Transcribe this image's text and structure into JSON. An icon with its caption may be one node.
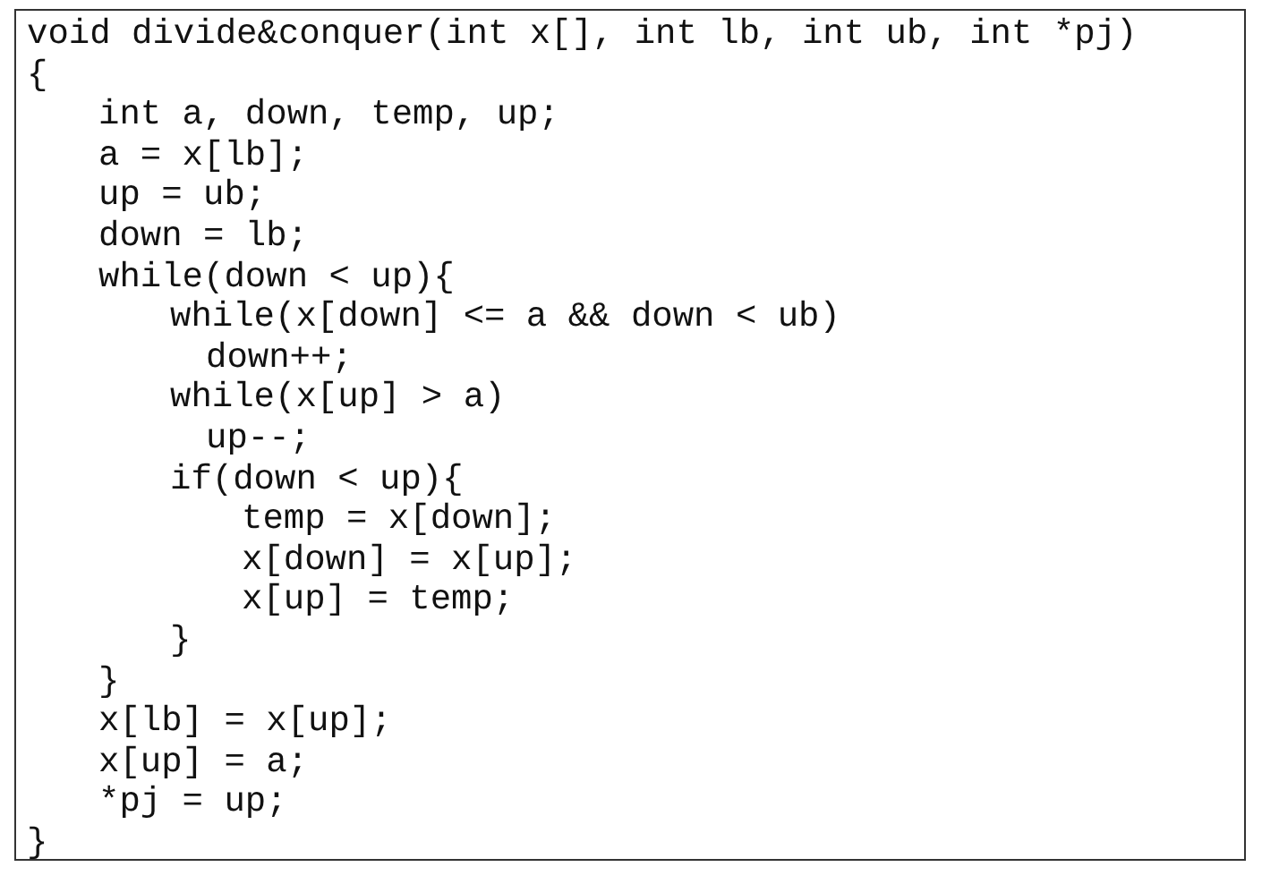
{
  "diagram": {
    "nodes": [
      {
        "text": [
          "void divide&conquer(int x[], int lb, int ub, int *pj)",
          "{",
          "int a, down, temp, up;",
          "a = x[lb];",
          "up = ub;",
          "down = lb;",
          "while(down < up){",
          "while(x[down] <= a && down < ub)",
          "down++;",
          "while(x[up] > a)",
          "up--;",
          "if(down < up){",
          "temp = x[down];",
          "x[down] = x[up];",
          "x[up] = temp;",
          "}",
          "}",
          "x[lb] = x[up];",
          "x[up] = a;",
          "*pj = up;",
          "}"
        ]
      }
    ]
  }
}
